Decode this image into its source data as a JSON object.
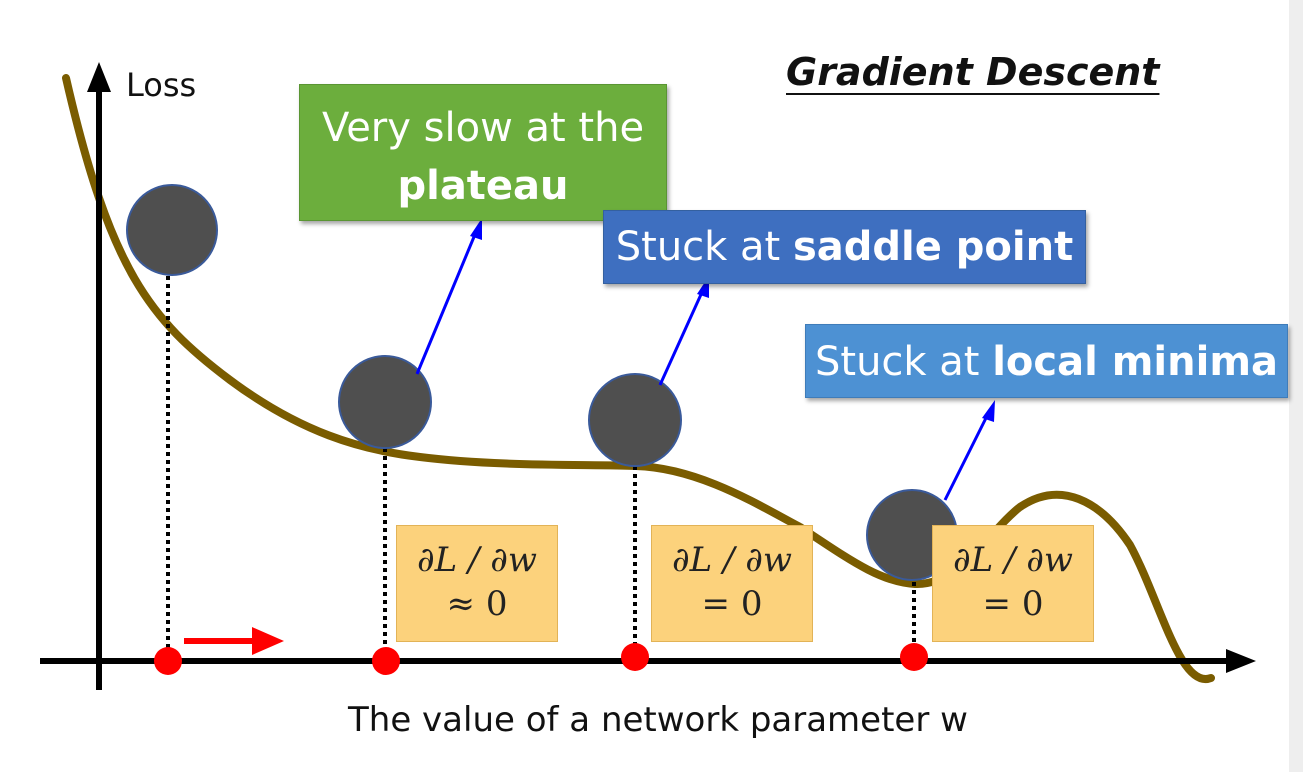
{
  "title": "Gradient Descent",
  "axes": {
    "y_label": "Loss",
    "x_label": "The value of a network parameter w"
  },
  "callouts": {
    "plateau": {
      "line1": "Very slow at the",
      "bold": "plateau"
    },
    "saddle": {
      "text": "Stuck at ",
      "bold": "saddle point"
    },
    "local": {
      "text": "Stuck at ",
      "bold": "local minima"
    }
  },
  "gradient_boxes": [
    {
      "line1": "∂L / ∂w",
      "line2": "≈ 0"
    },
    {
      "line1": "∂L / ∂w",
      "line2": "= 0"
    },
    {
      "line1": "∂L / ∂w",
      "line2": "= 0"
    }
  ],
  "colors": {
    "curve": "#7a5c00",
    "ball": "#4f4f4f",
    "ball_stroke": "#3a5a9a",
    "marker": "#ff0000",
    "pointer": "#0000ff",
    "plateau_box": "#6cae3d",
    "saddle_box": "#3e6fc0",
    "local_box": "#4d91d3",
    "grad_box": "#fcd27c"
  },
  "icons": {
    "direction": "right-arrow-icon"
  }
}
